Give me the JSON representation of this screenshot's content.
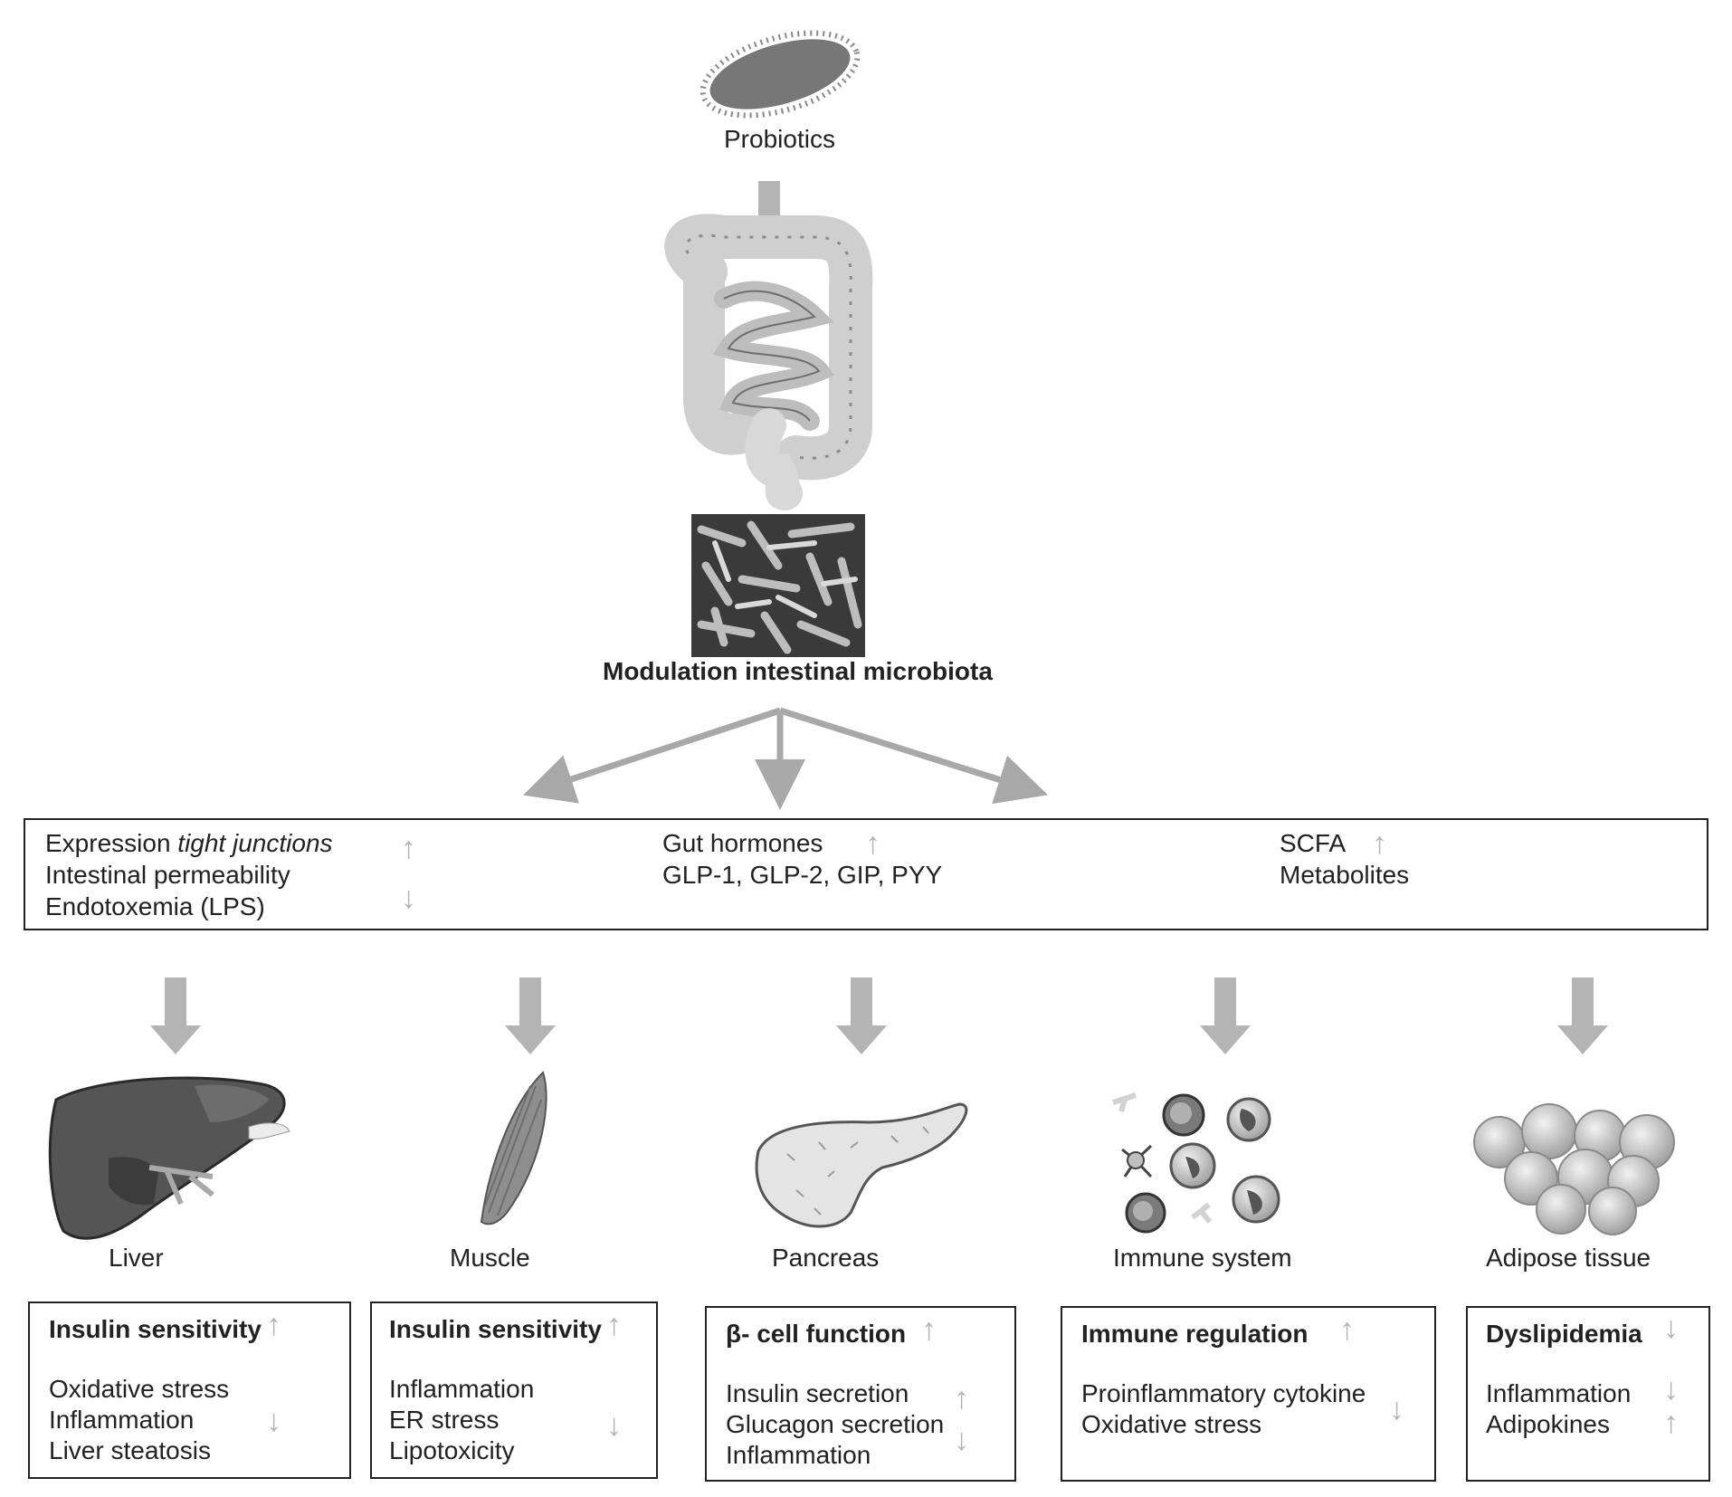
{
  "top": {
    "probiotics_label": "Probiotics",
    "modulation_label": "Modulation intestinal microbiota"
  },
  "mechanisms": {
    "col1": {
      "line1_plain": "Expression ",
      "line1_italic": "tight junctions",
      "line2": "Intestinal permeability",
      "line3": "Endotoxemia (LPS)",
      "up": "↑",
      "down": "↓"
    },
    "col2": {
      "line1": "Gut hormones",
      "line2": "GLP-1, GLP-2, GIP, PYY",
      "up": "↑"
    },
    "col3": {
      "line1": "SCFA",
      "line2": "Metabolites",
      "up": "↑"
    }
  },
  "organs": [
    {
      "label": "Liver",
      "heading": "Insulin  sensitivity",
      "heading_arrow": "↑",
      "items": [
        "Oxidative stress",
        "Inflammation",
        "Liver steatosis"
      ],
      "item_arrow": "↓"
    },
    {
      "label": "Muscle",
      "heading": "Insulin  sensitivity",
      "heading_arrow": "↑",
      "items": [
        "Inflammation",
        "ER stress",
        "Lipotoxicity"
      ],
      "item_arrow": "↓"
    },
    {
      "label": "Pancreas",
      "heading": "β- cell function",
      "heading_arrow": "↑",
      "items": [
        "Insulin secretion",
        "Glucagon secretion",
        "Inflammation"
      ],
      "item_arrows": [
        "↑",
        "↓"
      ]
    },
    {
      "label": "Immune system",
      "heading": "Immune regulation",
      "heading_arrow": "↑",
      "items": [
        "Proinflammatory cytokine",
        "Oxidative stress"
      ],
      "item_arrow": "↓"
    },
    {
      "label": "Adipose tissue",
      "heading": "Dyslipidemia",
      "heading_arrow": "↓",
      "items": [
        "Inflammation",
        "Adipokines"
      ],
      "item_arrows": [
        "↓",
        "↑"
      ]
    }
  ],
  "colors": {
    "arrow_gray": "#b4b4b4",
    "border": "#222222"
  }
}
